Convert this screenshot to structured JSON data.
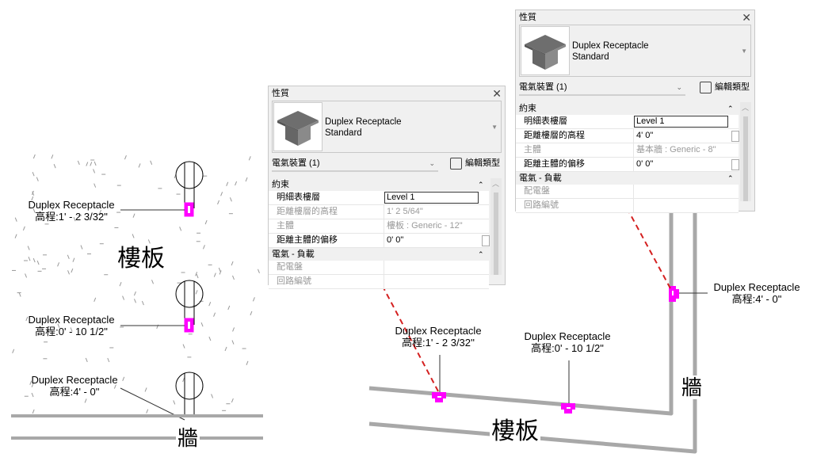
{
  "left_plan": {
    "receptacles": [
      {
        "name": "Duplex Receptacle",
        "elevation": "高程:1' - 2 3/32\""
      },
      {
        "name": "Duplex Receptacle",
        "elevation": "高程:0' - 10 1/2\""
      },
      {
        "name": "Duplex Receptacle",
        "elevation": "高程:4' - 0\""
      }
    ],
    "floor_label": "樓板",
    "wall_label": "牆"
  },
  "right_section": {
    "receptacles": [
      {
        "name": "Duplex Receptacle",
        "elevation": "高程:1' - 2 3/32''"
      },
      {
        "name": "Duplex Receptacle",
        "elevation": "高程:0' - 10 1/2\""
      },
      {
        "name": "Duplex Receptacle",
        "elevation": "高程:4' - 0\""
      }
    ],
    "floor_label": "樓板",
    "wall_label": "牆"
  },
  "colors": {
    "highlight": "#ff00ff",
    "arrow": "#d42020",
    "wall": "#a8a8a8"
  },
  "panels": [
    {
      "title": "性質",
      "family": "Duplex Receptacle",
      "type": "Standard",
      "category": "電氣裝置 (1)",
      "edit_type": "編輯類型",
      "sections": [
        {
          "title": "約束",
          "rows": [
            {
              "key": "明細表樓層",
              "value": "Level 1"
            },
            {
              "key": "距離樓層的高程",
              "value": "1'  2 5/64\""
            },
            {
              "key": "主體",
              "value": "樓板 : Generic - 12\""
            },
            {
              "key": "距離主體的偏移",
              "value": "0'  0\""
            }
          ]
        },
        {
          "title": "電氣 - 負載",
          "rows": [
            {
              "key": "配電盤",
              "value": ""
            },
            {
              "key": "回路編號",
              "value": ""
            }
          ]
        }
      ]
    },
    {
      "title": "性質",
      "family": "Duplex Receptacle",
      "type": "Standard",
      "category": "電氣裝置 (1)",
      "edit_type": "編輯類型",
      "sections": [
        {
          "title": "約束",
          "rows": [
            {
              "key": "明細表樓層",
              "value": "Level 1"
            },
            {
              "key": "距離樓層的高程",
              "value": "4'  0\""
            },
            {
              "key": "主體",
              "value": "基本牆 : Generic - 8\""
            },
            {
              "key": "距離主體的偏移",
              "value": "0'  0\""
            }
          ]
        },
        {
          "title": "電氣 - 負載",
          "rows": [
            {
              "key": "配電盤",
              "value": ""
            },
            {
              "key": "回路編號",
              "value": ""
            }
          ]
        }
      ]
    }
  ]
}
